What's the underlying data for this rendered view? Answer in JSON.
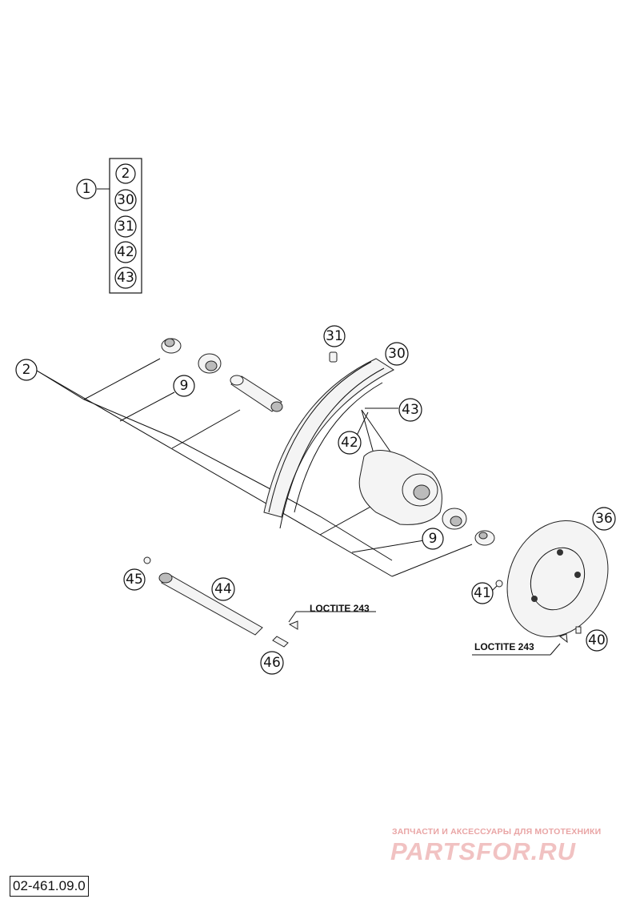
{
  "kit": {
    "main_ref": "1",
    "members": [
      "2",
      "30",
      "31",
      "42",
      "43"
    ]
  },
  "callouts": {
    "c2": "2",
    "c9a": "9",
    "c9b": "9",
    "c30": "30",
    "c31": "31",
    "c36": "36",
    "c40": "40",
    "c41": "41",
    "c42": "42",
    "c43": "43",
    "c44": "44",
    "c45": "45",
    "c46": "46"
  },
  "notes": {
    "loctite_1": "LOCTITE 243",
    "loctite_2": "LOCTITE 243"
  },
  "footer": {
    "doc_code": "02-461.09.0"
  },
  "watermark": {
    "subtitle": "ЗАПЧАСТИ И АКСЕССУАРЫ ДЛЯ МОТОТЕХНИКИ",
    "brand": "PARTSFOR.RU"
  }
}
